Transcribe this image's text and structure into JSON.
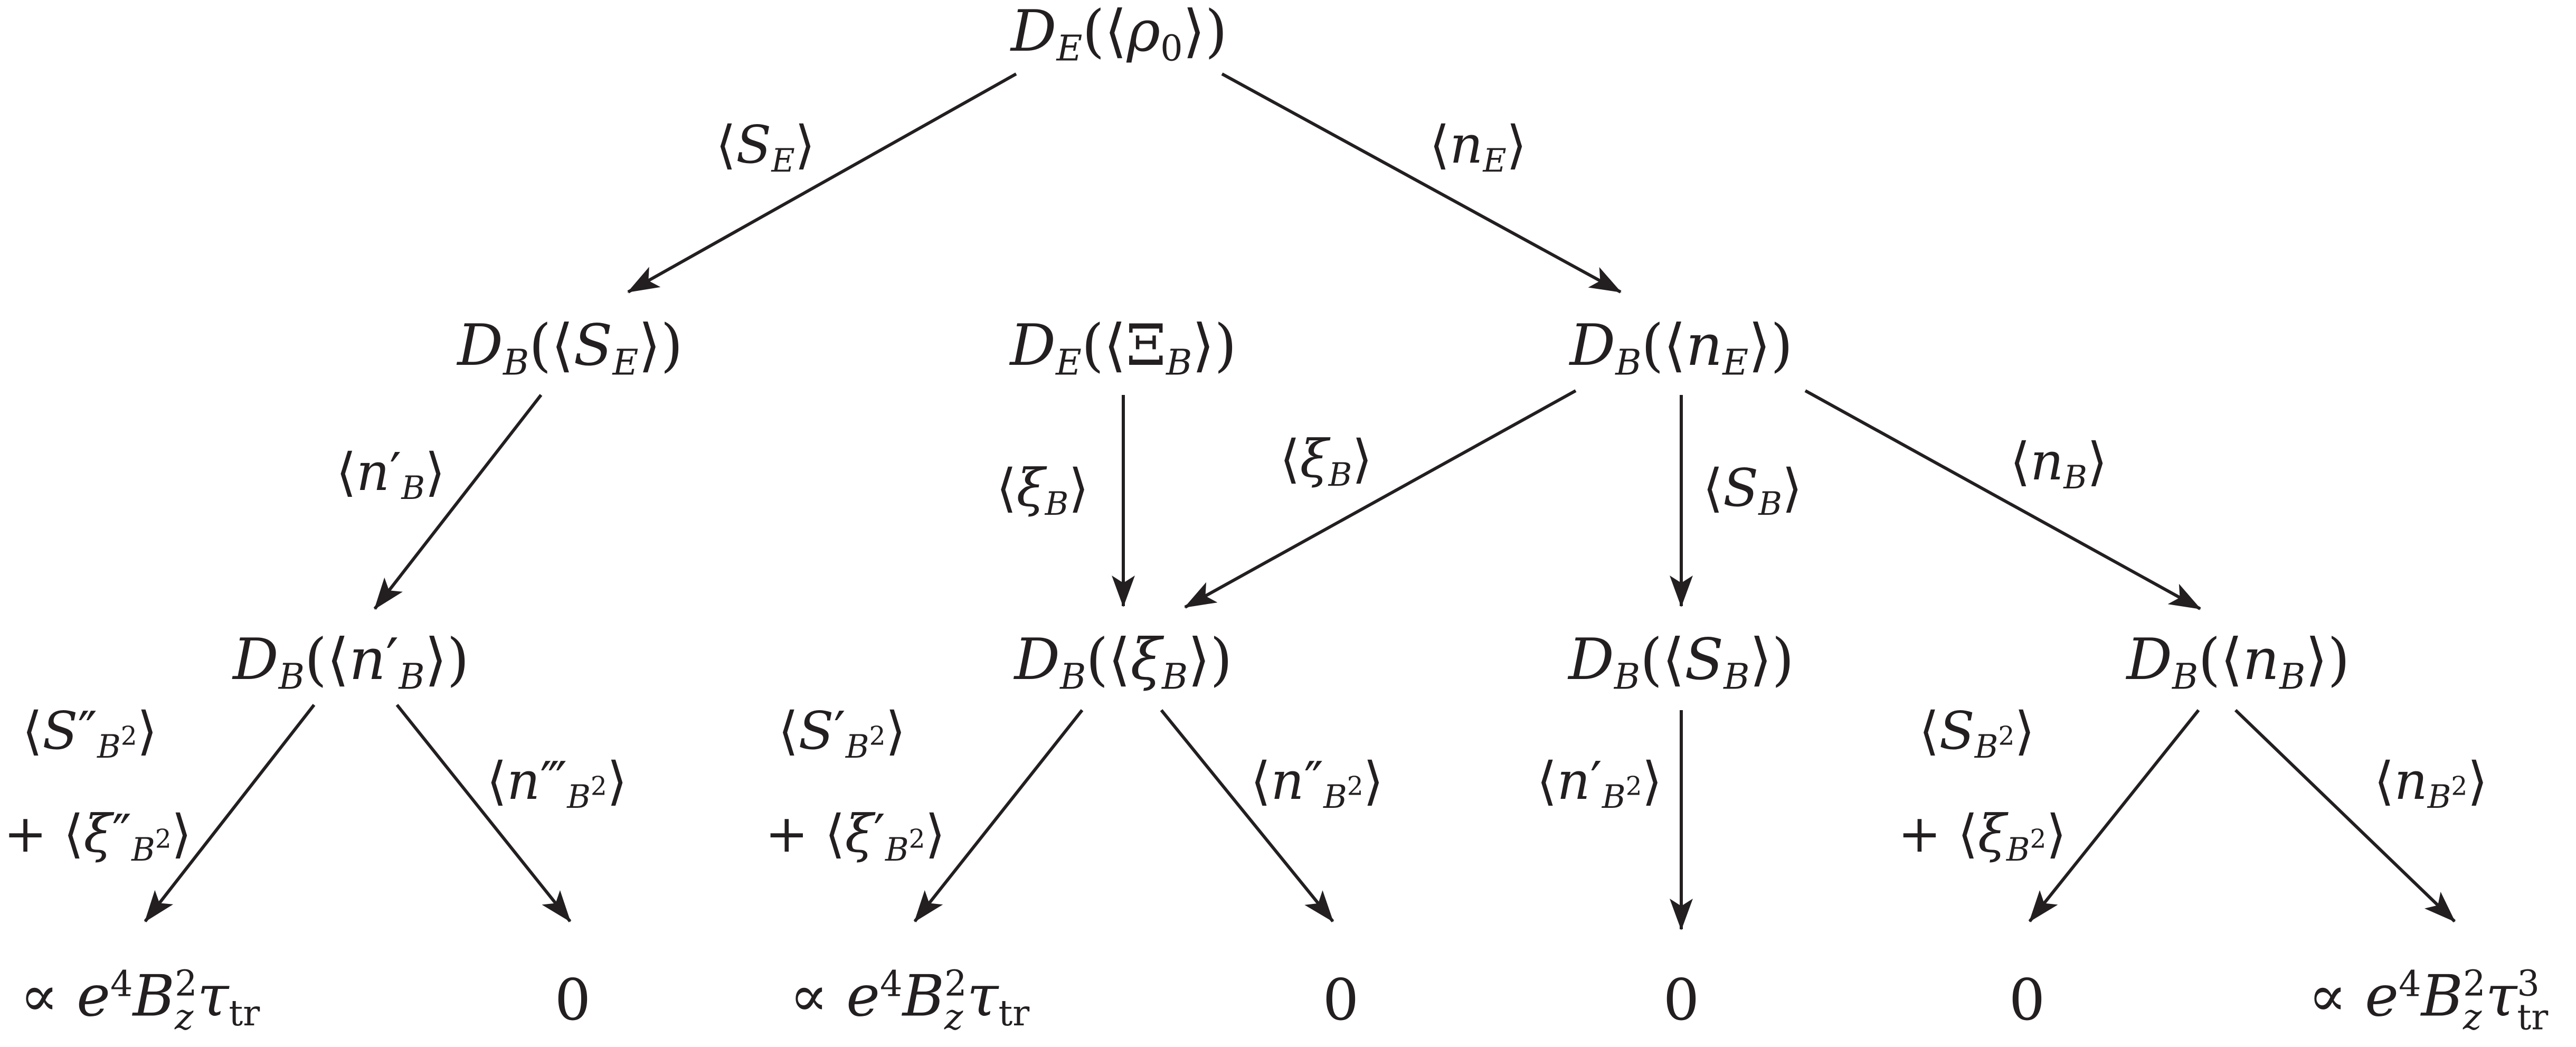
{
  "nodes": {
    "root": {
      "html": "<i>D</i><sub><i>E</i></sub>(⟨<i>ρ</i><sub>0</sub>⟩)"
    },
    "dbse": {
      "html": "<i>D</i><sub><i>B</i></sub>(⟨<i>S</i><sub><i>E</i></sub>⟩)"
    },
    "dexib": {
      "html": "<i>D</i><sub><i>E</i></sub>(⟨Ξ<sub><i>B</i></sub>⟩)"
    },
    "dbne": {
      "html": "<i>D</i><sub><i>B</i></sub>(⟨<i>n</i><sub><i>E</i></sub>⟩)"
    },
    "dbnbp": {
      "html": "<i>D</i><sub><i>B</i></sub>(⟨<i>n</i>′<sub><i>B</i></sub>⟩)"
    },
    "dbxib": {
      "html": "<i>D</i><sub><i>B</i></sub>(⟨<i>ξ</i><sub><i>B</i></sub>⟩)"
    },
    "dbsb": {
      "html": "<i>D</i><sub><i>B</i></sub>(⟨<i>S</i><sub><i>B</i></sub>⟩)"
    },
    "dbnb": {
      "html": "<i>D</i><sub><i>B</i></sub>(⟨<i>n</i><sub><i>B</i></sub>⟩)"
    },
    "r1": {
      "html": "∝ <i>e</i><sup>4</sup><i>B</i><span class=\"subsup\"><span>2</span><span><i>z</i></span></span><i>τ</i><sub>tr</sub>"
    },
    "r2": {
      "html": "0"
    },
    "r3": {
      "html": "∝ <i>e</i><sup>4</sup><i>B</i><span class=\"subsup\"><span>2</span><span><i>z</i></span></span><i>τ</i><sub>tr</sub>"
    },
    "r4": {
      "html": "0"
    },
    "r5": {
      "html": "0"
    },
    "r6": {
      "html": "0"
    },
    "r7": {
      "html": "∝ <i>e</i><sup>4</sup><i>B</i><span class=\"subsup\"><span>2</span><span><i>z</i></span></span><i>τ</i><span class=\"subsup\"><span>3</span><span>tr</span></span>"
    }
  },
  "edge_labels": {
    "se": {
      "html": "⟨<i>S</i><sub><i>E</i></sub>⟩"
    },
    "ne": {
      "html": "⟨<i>n</i><sub><i>E</i></sub>⟩"
    },
    "nbp": {
      "html": "⟨<i>n</i>′<sub><i>B</i></sub>⟩"
    },
    "xib1": {
      "html": "⟨<i>ξ</i><sub><i>B</i></sub>⟩"
    },
    "xib2": {
      "html": "⟨<i>ξ</i><sub><i>B</i></sub>⟩"
    },
    "sb": {
      "html": "⟨<i>S</i><sub><i>B</i></sub>⟩"
    },
    "nb": {
      "html": "⟨<i>n</i><sub><i>B</i></sub>⟩"
    },
    "s2pp": {
      "html": "⟨<i>S</i>″<sub><i>B</i><sup>2</sup></sub>⟩"
    },
    "xi2pp": {
      "html": "+ ⟨<i>ξ</i>″<sub><i>B</i><sup>2</sup></sub>⟩"
    },
    "n2ppp": {
      "html": "⟨<i>n</i>‴<sub><i>B</i><sup>2</sup></sub>⟩"
    },
    "s2p": {
      "html": "⟨<i>S</i>′<sub><i>B</i><sup>2</sup></sub>⟩"
    },
    "xi2p": {
      "html": "+ ⟨<i>ξ</i>′<sub><i>B</i><sup>2</sup></sub>⟩"
    },
    "n2pp": {
      "html": "⟨<i>n</i>″<sub><i>B</i><sup>2</sup></sub>⟩"
    },
    "n2p": {
      "html": "⟨<i>n</i>′<sub><i>B</i><sup>2</sup></sub>⟩"
    },
    "s2": {
      "html": "⟨<i>S</i><sub><i>B</i><sup>2</sup></sub>⟩"
    },
    "xi2": {
      "html": "+ ⟨<i>ξ</i><sub><i>B</i><sup>2</sup></sub>⟩"
    },
    "n2": {
      "html": "⟨<i>n</i><sub><i>B</i><sup>2</sup></sub>⟩"
    }
  }
}
